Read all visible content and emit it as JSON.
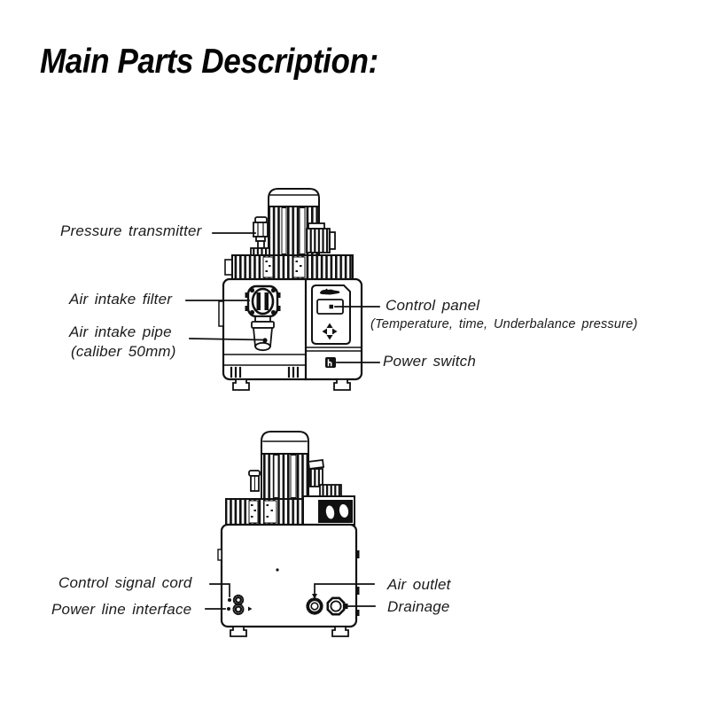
{
  "title": "Main Parts Description:",
  "front_view": {
    "labels": {
      "pressure_transmitter": "Pressure transmitter",
      "air_intake_filter": "Air intake filter",
      "air_intake_pipe": "Air intake pipe",
      "air_intake_pipe_note": "(caliber 50mm)",
      "control_panel": "Control panel",
      "control_panel_note": "(Temperature, time, Underbalance pressure)",
      "power_switch": "Power switch"
    }
  },
  "back_view": {
    "labels": {
      "control_signal_cord": "Control signal cord",
      "power_line_interface": "Power line interface",
      "air_outlet": "Air outlet",
      "drainage": "Drainage"
    }
  },
  "icons": {
    "navigation_arrows": "arrow-keypad",
    "power_switch_glyph": "rocker-switch"
  },
  "colors": {
    "line": "#111111",
    "text": "#1b1b1b",
    "background": "#ffffff"
  }
}
